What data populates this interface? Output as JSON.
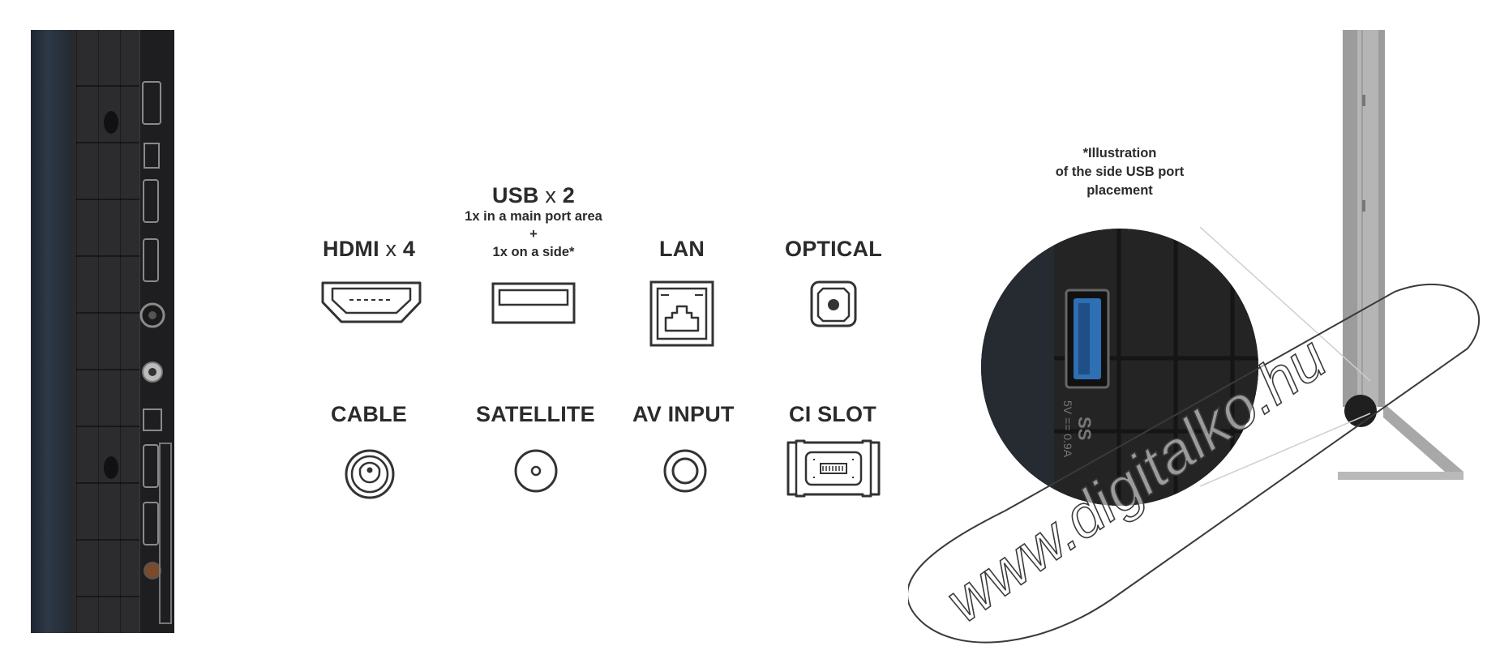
{
  "ports": [
    {
      "id": "hdmi",
      "name": "HDMI",
      "multiplier": "x",
      "count": "4",
      "icon": "hdmi-port-icon"
    },
    {
      "id": "usb",
      "name": "USB",
      "multiplier": "x",
      "count": "2",
      "icon": "usb-port-icon",
      "notes": [
        "1x in a main port area",
        "+",
        "1x on a side*"
      ]
    },
    {
      "id": "lan",
      "name": "LAN",
      "icon": "ethernet-port-icon"
    },
    {
      "id": "optical",
      "name": "OPTICAL",
      "icon": "optical-port-icon"
    },
    {
      "id": "cable",
      "name": "CABLE",
      "icon": "coax-port-icon"
    },
    {
      "id": "satellite",
      "name": "SATELLITE",
      "icon": "satellite-port-icon"
    },
    {
      "id": "av_input",
      "name": "AV INPUT",
      "icon": "av-jack-icon"
    },
    {
      "id": "ci_slot",
      "name": "CI SLOT",
      "icon": "ci-card-icon"
    }
  ],
  "side_usb": {
    "caption": [
      "*Illustration",
      "of the side USB port",
      "placement"
    ],
    "port_marking": "5V == 0.9A",
    "usb_logo": "SS"
  },
  "watermark": "www.digitalko.hu",
  "colors": {
    "text": "#2b2b2b",
    "icon_stroke": "#333333",
    "usb_blue": "#2f6fb3",
    "tv_body": "#2a2a2c"
  }
}
